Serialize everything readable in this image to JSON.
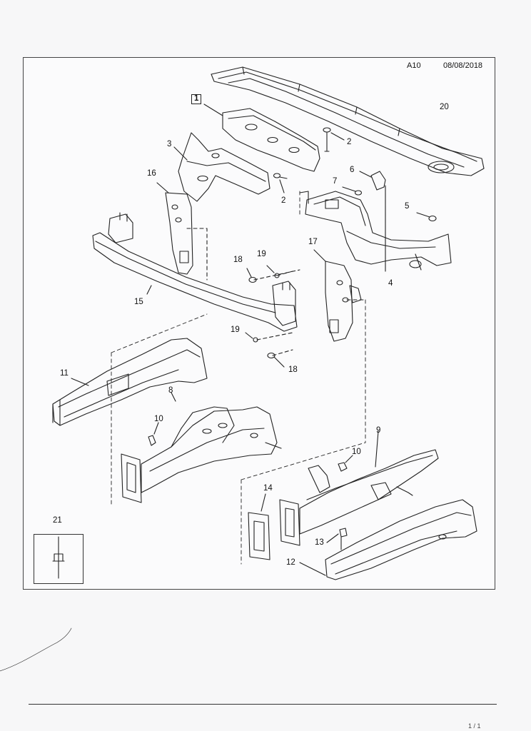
{
  "header": {
    "section_code": "A10",
    "date": "08/08/2018"
  },
  "callouts": {
    "c1": "1",
    "c2a": "2",
    "c2b": "2",
    "c3": "3",
    "c4": "4",
    "c5": "5",
    "c6": "6",
    "c7": "7",
    "c8": "8",
    "c9": "9",
    "c10a": "10",
    "c10b": "10",
    "c11": "11",
    "c12": "12",
    "c13": "13",
    "c14": "14",
    "c15": "15",
    "c16": "16",
    "c17": "17",
    "c18a": "18",
    "c18b": "18",
    "c19a": "19",
    "c19b": "19",
    "c20": "20",
    "c21": "21"
  },
  "footer": {
    "page": "1 / 1"
  },
  "colors": {
    "ink": "#222222",
    "paper": "#f7f7f8",
    "frame": "#444444"
  }
}
